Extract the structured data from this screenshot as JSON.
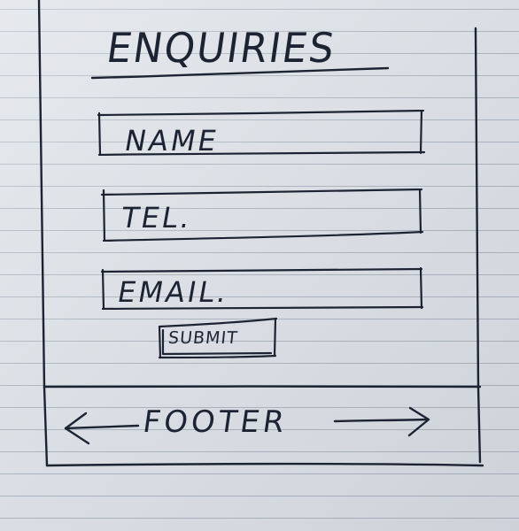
{
  "page": {
    "title": "ENQUIRIES"
  },
  "form": {
    "fields": [
      {
        "label": "NAME"
      },
      {
        "label": "TEL."
      },
      {
        "label": "EMAIL."
      }
    ],
    "submit_label": "SUBMIT"
  },
  "footer": {
    "label": "FOOTER",
    "left_icon": "arrow-left-icon",
    "right_icon": "arrow-right-icon"
  },
  "colors": {
    "ink": "#1c2433",
    "paper": "#d9dde3",
    "rule_lines": "#a9b2bd"
  }
}
